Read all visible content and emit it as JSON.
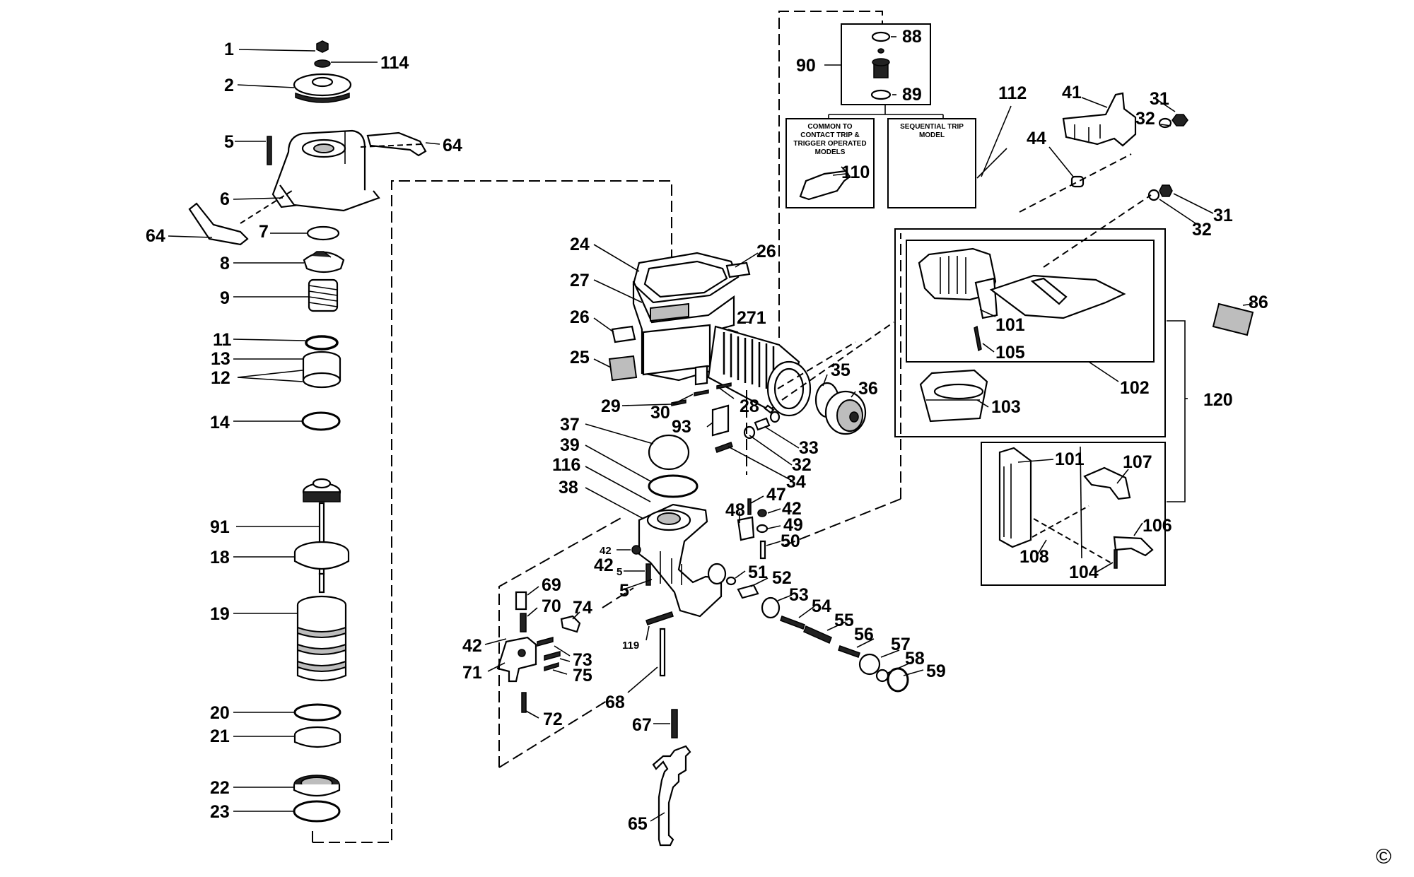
{
  "labels": {
    "n1": "1",
    "n114": "114",
    "n2": "2",
    "n5a": "5",
    "n64a": "64",
    "n6": "6",
    "n64b": "64",
    "n7": "7",
    "n8": "8",
    "n9": "9",
    "n11": "11",
    "n13": "13",
    "n12": "12",
    "n14": "14",
    "n91": "91",
    "n18": "18",
    "n19": "19",
    "n20": "20",
    "n21": "21",
    "n22": "22",
    "n23": "23",
    "n88": "88",
    "n90": "90",
    "n89": "89",
    "n110": "110",
    "n112": "112",
    "n24": "24",
    "n26a": "26",
    "n27": "27",
    "n26b": "26",
    "n271": "271",
    "n25": "25",
    "n29": "29",
    "n30": "30",
    "n28": "28",
    "n93": "93",
    "n35": "35",
    "n36": "36",
    "n33": "33",
    "n32a": "32",
    "n34": "34",
    "n37": "37",
    "n39": "39",
    "n116": "116",
    "n38": "38",
    "n47": "47",
    "n48": "48",
    "n42a": "42",
    "n49": "49",
    "n42b": "42",
    "n42c": "42",
    "n50": "50",
    "n5b": "5",
    "n51": "51",
    "n5c": "5",
    "n52": "52",
    "n53": "53",
    "n54": "54",
    "n69": "69",
    "n70": "70",
    "n74": "74",
    "n55": "55",
    "n56": "56",
    "n119": "119",
    "n42d": "42",
    "n73": "73",
    "n57": "57",
    "n71": "71",
    "n75": "75",
    "n58": "58",
    "n59": "59",
    "n68": "68",
    "n72": "72",
    "n67": "67",
    "n65": "65",
    "n41": "41",
    "n31a": "31",
    "n32b": "32",
    "n44": "44",
    "n31b": "31",
    "n32c": "32",
    "n86": "86",
    "n101a": "101",
    "n105": "105",
    "n102": "102",
    "n103": "103",
    "n120": "120",
    "n101b": "101",
    "n107": "107",
    "n106": "106",
    "n108": "108",
    "n104": "104"
  },
  "notes": {
    "contact_line1": "COMMON TO",
    "contact_line2": "CONTACT TRIP &",
    "contact_line3": "TRIGGER OPERATED",
    "contact_line4": "MODELS",
    "sequential_line1": "SEQUENTIAL TRIP",
    "sequential_line2": "MODEL"
  },
  "copyright": "©"
}
